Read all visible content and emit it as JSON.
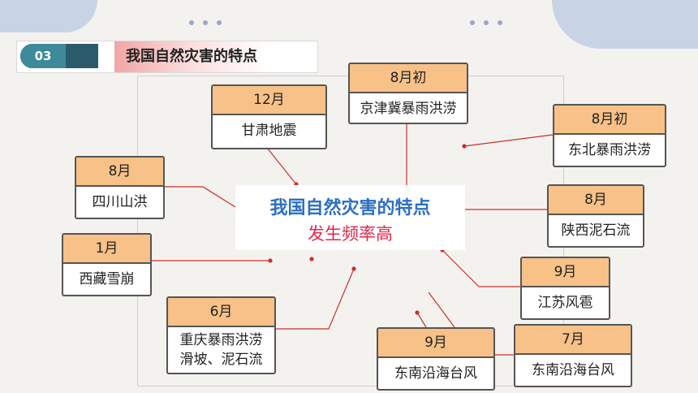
{
  "header": {
    "badge": "03",
    "title": "我国自然灾害的特点"
  },
  "center": {
    "title": "我国自然灾害的特点",
    "subtitle": "发生频率高"
  },
  "events": [
    {
      "month": "8月初",
      "name": "京津冀暴雨洪涝"
    },
    {
      "month": "12月",
      "name": "甘肃地震"
    },
    {
      "month": "8月初",
      "name": "东北暴雨洪涝"
    },
    {
      "month": "8月",
      "name": "四川山洪"
    },
    {
      "month": "8月",
      "name": "陕西泥石流"
    },
    {
      "month": "1月",
      "name": "西藏雪崩"
    },
    {
      "month": "9月",
      "name": "江苏风雹"
    },
    {
      "month": "6月",
      "name_line1": "重庆暴雨洪涝",
      "name_line2": "滑坡、泥石流"
    },
    {
      "month": "9月",
      "name": "东南沿海台风"
    },
    {
      "month": "7月",
      "name": "东南沿海台风"
    }
  ],
  "colors": {
    "accent": "#f7c187",
    "title_blue": "#2b6fc4",
    "title_red": "#e3284b",
    "line_red": "#c9302c"
  }
}
